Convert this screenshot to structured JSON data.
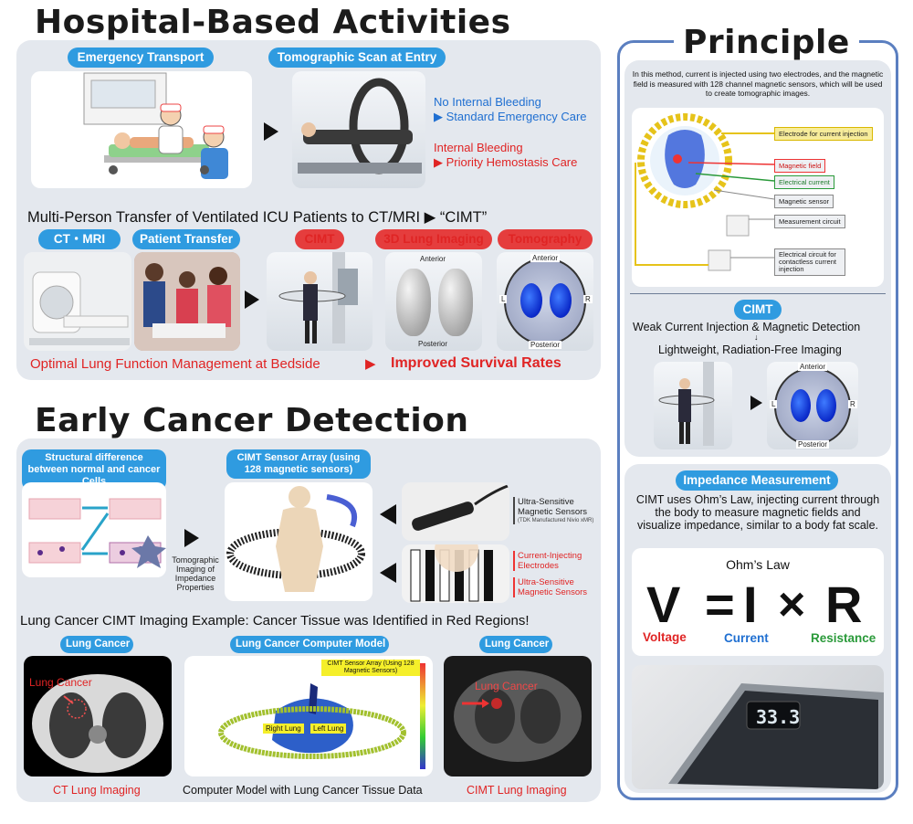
{
  "hospital": {
    "title": "Hospital-Based Activities",
    "emergency_transport": "Emergency Transport",
    "tomographic_scan": "Tomographic Scan at Entry",
    "no_bleeding": "No Internal Bleeding",
    "standard_care": "▶ Standard Emergency Care",
    "bleeding": "Internal Bleeding",
    "priority_care": "▶ Priority Hemostasis Care",
    "transfer_line": "Multi-Person Transfer of Ventilated ICU Patients to CT/MRI ▶ “CIMT”",
    "ct_mri": "CT・MRI",
    "patient_transfer": "Patient Transfer",
    "cimt": "CIMT",
    "lung_imaging_3d": "3D Lung Imaging",
    "tomography": "Tomography",
    "anterior": "Anterior",
    "posterior": "Posterior",
    "left": "L",
    "right": "R",
    "optimal": "Optimal Lung Function Management at Bedside",
    "arrow": "▶",
    "improved": "Improved Survival Rates"
  },
  "cancer": {
    "title": "Early Cancer Detection",
    "structural_diff": "Structural difference between normal and cancer Cells",
    "sensor_array": "CIMT Sensor Array (using 128 magnetic sensors)",
    "tomographic_imaging": "Tomographic Imaging of Impedance Properties",
    "ultra_sensors": "Ultra-Sensitive Magnetic Sensors",
    "tdk": "(TDK Manufactured Nivio xMR)",
    "current_electrodes": "Current-Injecting Electrodes",
    "ultra_sensors_red": "Ultra-Sensitive Magnetic Sensors",
    "example_line": "Lung Cancer CIMT Imaging Example: Cancer Tissue was Identified in Red Regions!",
    "lung_cancer_pill": "Lung Cancer",
    "computer_model_pill": "Lung Cancer Computer Model",
    "lung_cancer_label": "Lung Cancer",
    "sensor_array_note": "CIMT Sensor Array (Using 128 Magnetic Sensors)",
    "right_lung": "Right Lung",
    "left_lung": "Left Lung",
    "ct_caption": "CT Lung Imaging",
    "model_caption": "Computer Model with Lung Cancer Tissue Data",
    "cimt_caption": "CIMT Lung Imaging"
  },
  "principle": {
    "title": "Principle",
    "description": "In this method, current is injected using two electrodes, and the magnetic field is measured with 128 channel magnetic sensors, which will be used to create tomographic images.",
    "diagram_labels": {
      "electrode": "Electrode for current injection",
      "magnetic_field": "Magnetic field",
      "electrical_current": "Electrical current",
      "magnetic_sensor": "Magnetic sensor",
      "measurement_circuit": "Measurement circuit",
      "contactless": "Electrical circuit for contactless current injection"
    },
    "cimt": "CIMT",
    "weak_current": "Weak Current Injection & Magnetic Detection",
    "down_arrow": "↓",
    "lightweight": "Lightweight, Radiation-Free Imaging",
    "anterior": "Anterior",
    "posterior": "Posterior",
    "left": "L",
    "right": "R",
    "impedance": "Impedance Measurement",
    "impedance_desc": "CIMT uses Ohm’s Law, injecting current through the body to measure magnetic fields and visualize impedance, similar to a body fat scale.",
    "ohms_law": "Ohm’s Law",
    "v": "V",
    "eq": "=",
    "i": "I",
    "times": "×",
    "r": "R",
    "voltage": "Voltage",
    "current": "Current",
    "resistance": "Resistance",
    "scale_display": "33.3"
  },
  "colors": {
    "pill_blue": "#2f9be0",
    "pill_red": "#e53d3d",
    "panel": "#e4e8ee",
    "frame": "#5b7fc0"
  }
}
